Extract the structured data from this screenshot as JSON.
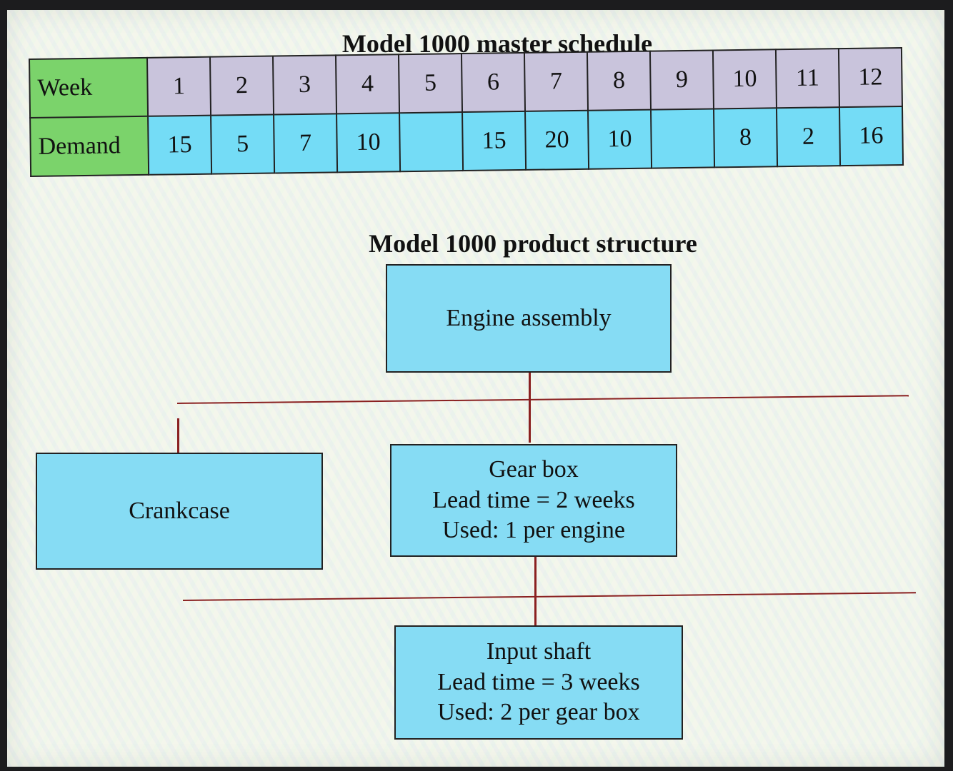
{
  "schedule": {
    "title": "Model 1000 master schedule",
    "row_headers": [
      "Week",
      "Demand"
    ],
    "weeks": [
      "1",
      "2",
      "3",
      "4",
      "5",
      "6",
      "7",
      "8",
      "9",
      "10",
      "11",
      "12"
    ],
    "demand": [
      "15",
      "5",
      "7",
      "10",
      "",
      "15",
      "20",
      "10",
      "",
      "8",
      "2",
      "16"
    ]
  },
  "structure": {
    "title": "Model 1000 product structure",
    "engine": {
      "label": "Engine assembly"
    },
    "crankcase": {
      "label": "Crankcase"
    },
    "gearbox": {
      "name": "Gear box",
      "lead": "Lead time = 2 weeks",
      "used": "Used: 1 per engine"
    },
    "shaft": {
      "name": "Input shaft",
      "lead": "Lead time = 3 weeks",
      "used": "Used: 2 per gear box"
    }
  },
  "colors": {
    "header_green": "#7bd36b",
    "week_cells": "#c9c4dc",
    "demand_cells": "#74dcf6",
    "box_fill": "#86dcf4",
    "connector": "#8a2020"
  }
}
